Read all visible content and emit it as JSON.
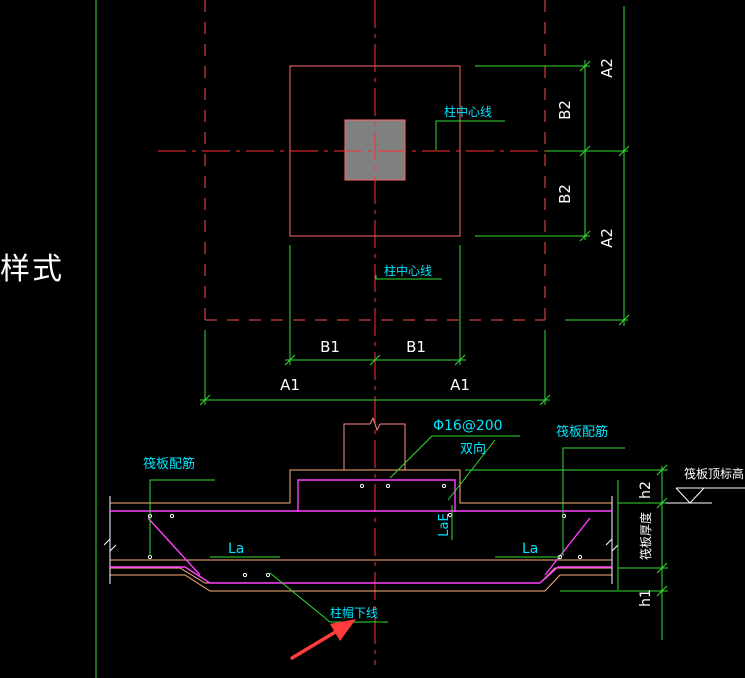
{
  "side_label": "样式",
  "labels": {
    "column_center_line_top": "柱中心线",
    "column_center_line_mid": "柱中心线",
    "b2_upper": "B2",
    "b2_lower": "B2",
    "a2_upper": "A2",
    "a2_lower": "A2",
    "b1_left": "B1",
    "b1_right": "B1",
    "a1_left": "A1",
    "a1_right": "A1",
    "rebar_spec": "Φ16@200",
    "two_way": "双向",
    "raft_rebar_left": "筏板配筋",
    "raft_rebar_right": "筏板配筋",
    "raft_top_elevation": "筏板顶标高",
    "h2": "h2",
    "raft_thickness": "筏板厚度",
    "h1": "h1",
    "la_left": "La",
    "la_right": "La",
    "lae": "LaE",
    "cap_bottom_line": "柱帽下线"
  },
  "colors": {
    "background": "#000000",
    "red_lines": "#ff4d4d",
    "green_dims": "#33dd33",
    "cyan_text": "#00e5ff",
    "white_text": "#ffffff",
    "magenta": "#ff40ff",
    "column_fill": "#808080",
    "pointer_arrow": "#ff3b3b"
  },
  "icons": {
    "pointer": "red-arrow-icon",
    "elevation": "elevation-triangle-icon"
  }
}
